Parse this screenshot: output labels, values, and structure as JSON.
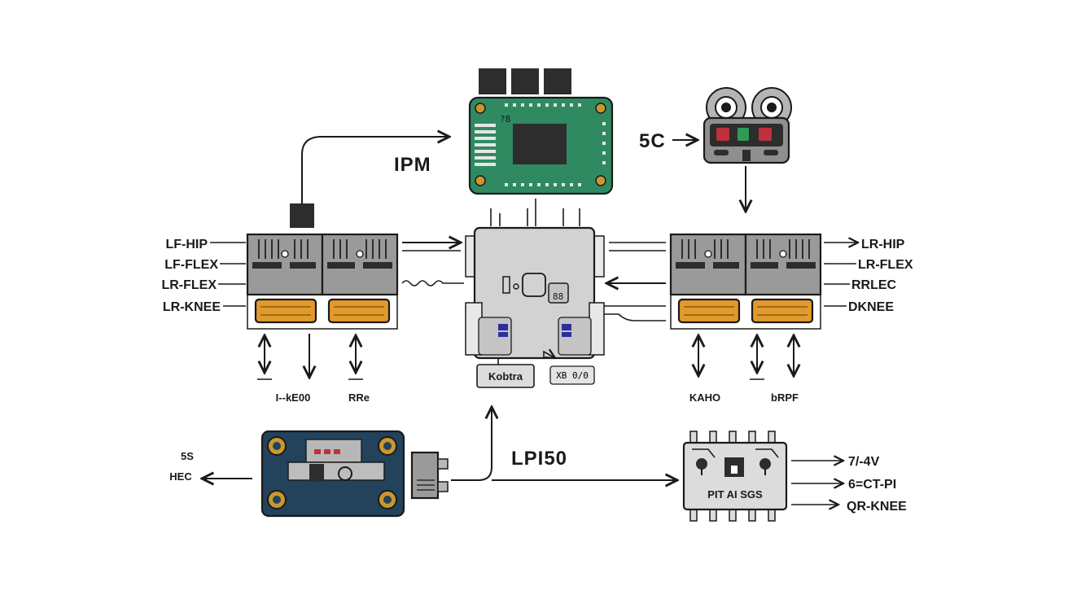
{
  "labels": {
    "ipm": "IPM",
    "five_c": "5C",
    "lpi50": "LPI50",
    "kobtra": "Kobtra",
    "xb": "XB 0/0",
    "left_in": [
      "LF-HIP",
      "LF-FLEX",
      "LR-FLEX",
      "LR-KNEE"
    ],
    "right_out": [
      "LR-HIP",
      "LR-FLEX",
      "RRLEC",
      "DKNEE"
    ],
    "left_bottom_1": "I--kE00",
    "left_bottom_2": "RRe",
    "right_bottom_1": "KAHO",
    "right_bottom_2": "bRPF",
    "five_s": "5S",
    "hec": "HEC",
    "pit": "PIT AI SGS",
    "pit_out": [
      "7/-4V",
      "6=CT-PI",
      "QR-KNEE"
    ]
  },
  "colors": {
    "pcb_green": "#2f8a62",
    "chip": "#2d2d2d",
    "module_gray": "#9a9a9a",
    "orange_pad": "#e39a2c",
    "dark_board": "#23425b",
    "gold": "#c8982e",
    "red_led": "#c0303a",
    "green_led": "#2d9c56",
    "blue_led": "#2b2fa0",
    "center_block": "#d2d2d2"
  },
  "icons": [
    "arrow-icon",
    "chip-icon",
    "connector-icon",
    "led-icon"
  ]
}
